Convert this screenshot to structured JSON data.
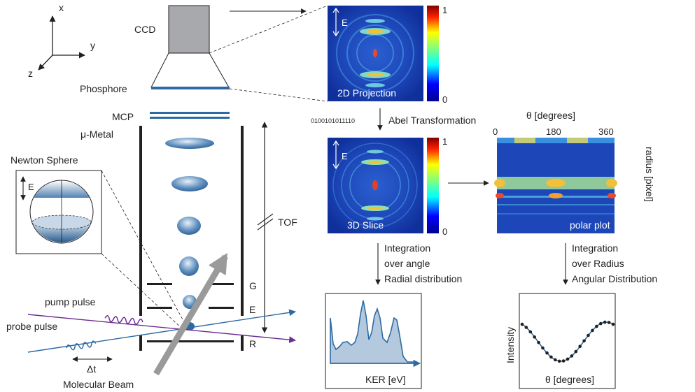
{
  "axes": {
    "x": "x",
    "y": "y",
    "z": "z"
  },
  "detector": {
    "ccd": "CCD",
    "phosphore": "Phosphore",
    "mcp": "MCP",
    "mu_metal": "μ-Metal",
    "tof": "TOF",
    "electrodes": [
      "G",
      "E",
      "R"
    ]
  },
  "newton_sphere": {
    "title": "Newton Sphere",
    "field": "E"
  },
  "beams": {
    "pump": "pump pulse",
    "probe": "probe pulse",
    "delay": "Δt",
    "molecular": "Molecular Beam"
  },
  "projection": {
    "label": "2D Projection",
    "field": "E",
    "scale_max": "1",
    "scale_min": "0"
  },
  "binary": "0100101011110",
  "abel": "Abel Transformation",
  "slice": {
    "label": "3D Slice",
    "field": "E",
    "scale_max": "1",
    "scale_min": "0"
  },
  "polar": {
    "theta_label": "θ [degrees]",
    "ticks": [
      "0",
      "180",
      "360"
    ],
    "radius_label": "radius [pixel]",
    "caption": "polar plot"
  },
  "radial": {
    "lines": [
      "Integration",
      "over angle",
      "Radial distribution"
    ],
    "xlabel": "KER [eV]"
  },
  "angular": {
    "lines": [
      "Integration",
      "over Radius",
      "Angular Distribution"
    ],
    "xlabel": "θ [degrees]",
    "ylabel": "Intensity"
  },
  "colors": {
    "beam_blue": "#2d6aa3",
    "pump_purple": "#6b2d91",
    "panel_dark": "#0b2d8f",
    "dark_line": "#231f20"
  }
}
